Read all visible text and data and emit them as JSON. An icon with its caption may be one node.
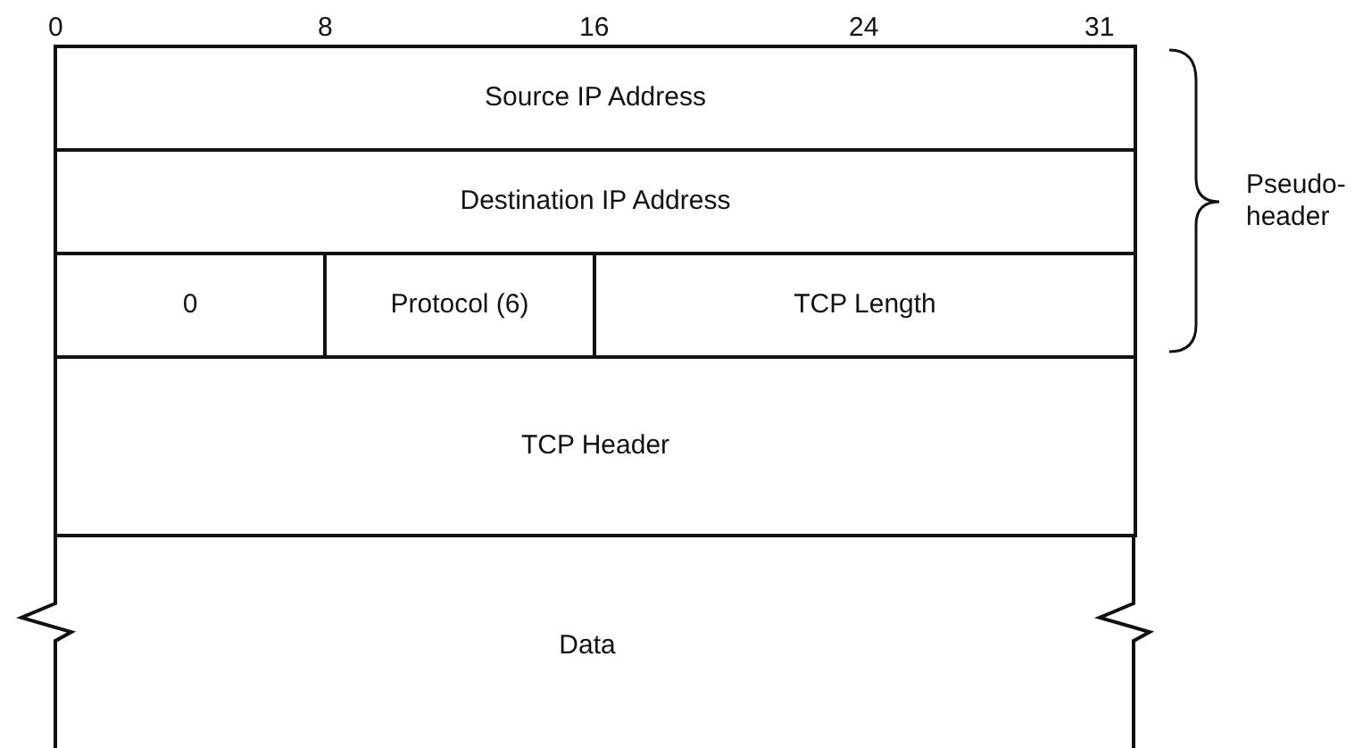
{
  "diagram": {
    "nodes": [
      {
        "text": [
          "Source IP Address"
        ]
      },
      {
        "text": [
          "Destination IP Address"
        ]
      },
      {
        "text": [
          "0"
        ]
      },
      {
        "text": [
          "Protocol (6)"
        ]
      },
      {
        "text": [
          "TCP Length"
        ]
      },
      {
        "text": [
          "TCP Header"
        ]
      },
      {
        "text": [
          "Data"
        ]
      }
    ],
    "labels": [
      "0",
      "8",
      "16",
      "24",
      "31",
      "Pseudo-header"
    ]
  }
}
